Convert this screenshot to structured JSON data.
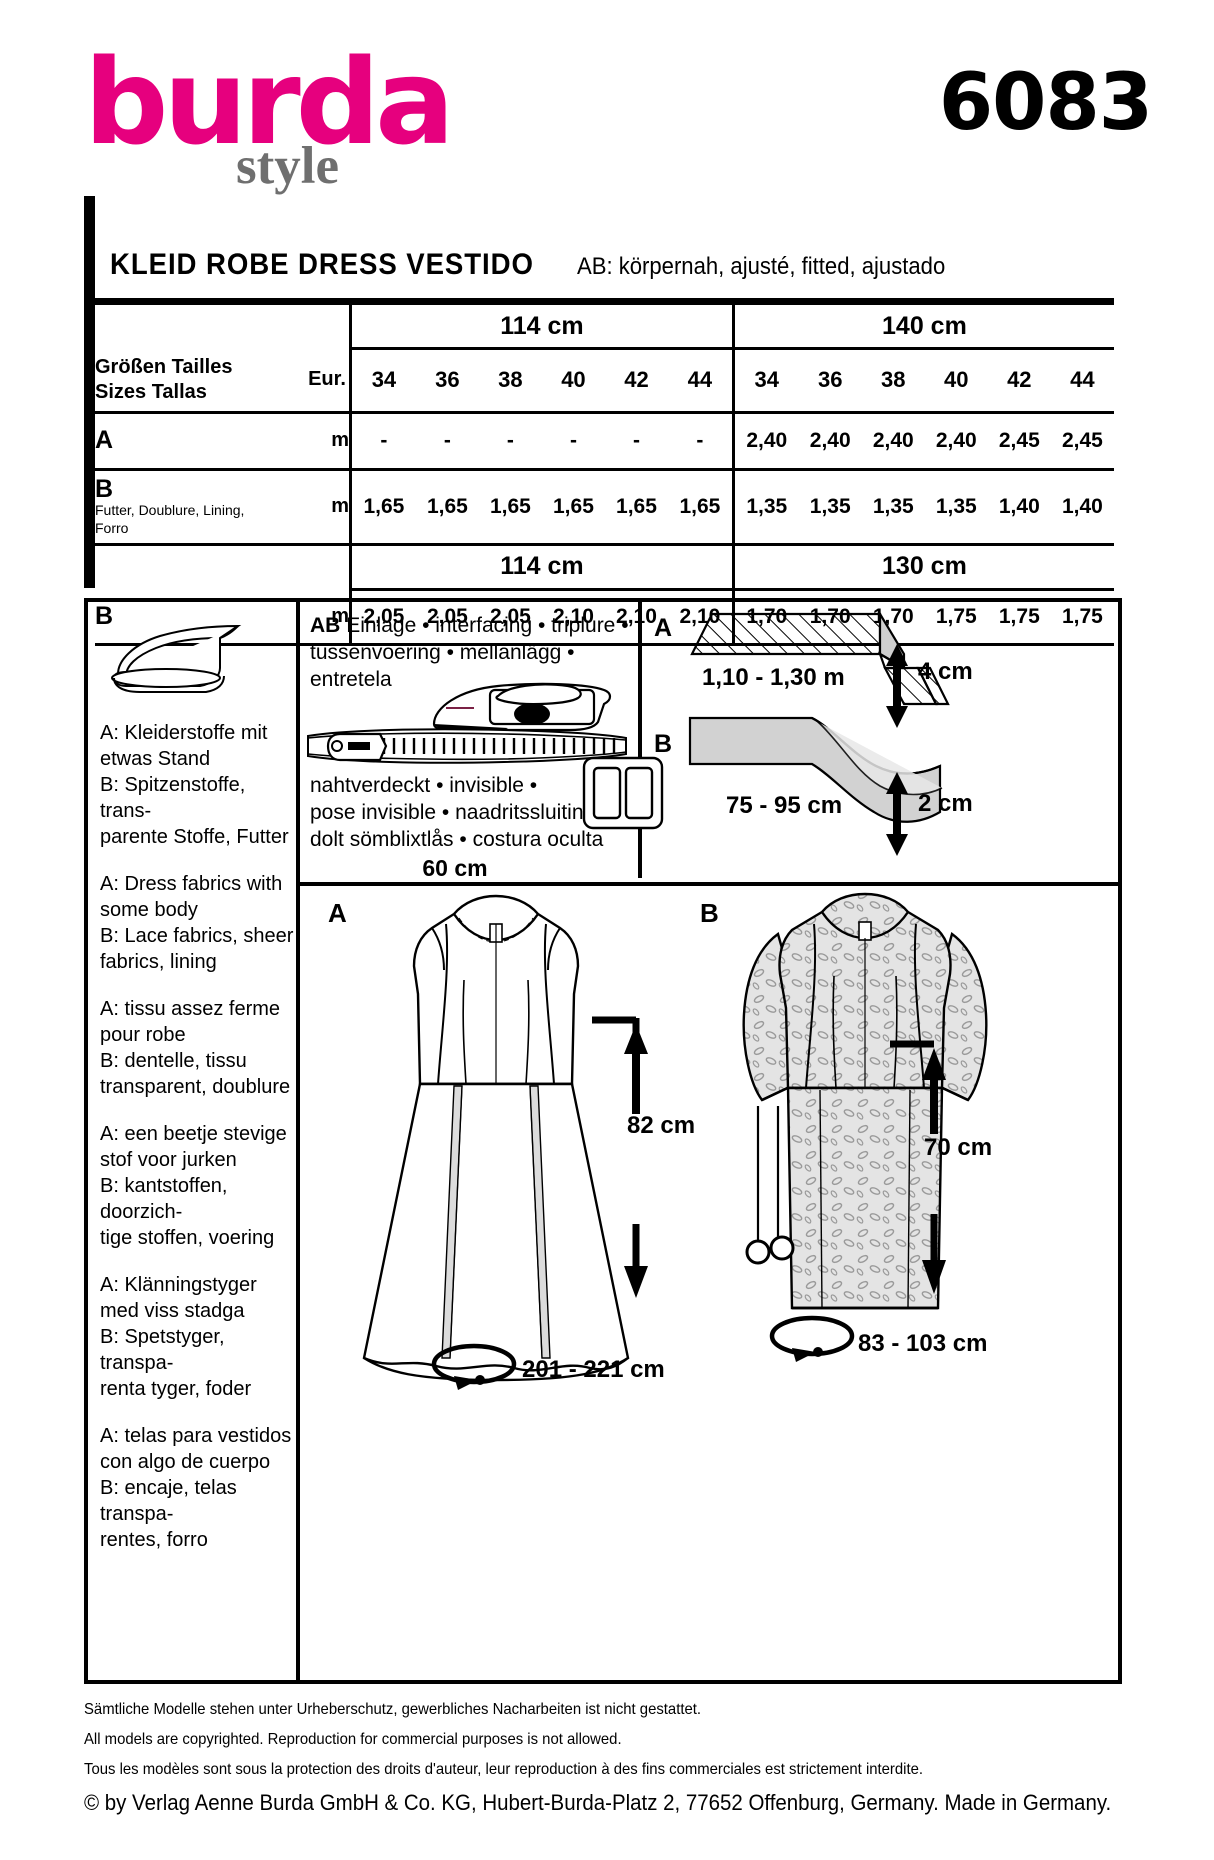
{
  "brand": {
    "name": "burda",
    "style": "style",
    "pink": "#e6007e",
    "gray": "#6f6f6f"
  },
  "pattern_number": "6083",
  "title": {
    "main": "KLEID  ROBE  DRESS  VESTIDO",
    "sub": "AB: körpernah, ajusté, fitted, ajustado"
  },
  "table": {
    "sizes_label_line1": "Größen  Tailles",
    "sizes_label_line2": "Sizes  Tallas",
    "eur_label": "Eur.",
    "unit": "m",
    "widths_top": [
      "114 cm",
      "140 cm"
    ],
    "widths_bottom": [
      "114 cm",
      "130 cm"
    ],
    "sizes": [
      "34",
      "36",
      "38",
      "40",
      "42",
      "44"
    ],
    "rows": [
      {
        "label": "A",
        "sublabel": "",
        "values_left": [
          "-",
          "-",
          "-",
          "-",
          "-",
          "-"
        ],
        "values_right": [
          "2,40",
          "2,40",
          "2,40",
          "2,40",
          "2,45",
          "2,45"
        ]
      },
      {
        "label": "B",
        "sublabel": "Futter, Doublure, Lining,\nForro",
        "values_left": [
          "1,65",
          "1,65",
          "1,65",
          "1,65",
          "1,65",
          "1,65"
        ],
        "values_right": [
          "1,35",
          "1,35",
          "1,35",
          "1,35",
          "1,40",
          "1,40"
        ]
      }
    ],
    "row_bottom": {
      "label": "B",
      "values_left": [
        "2,05",
        "2,05",
        "2,05",
        "2,10",
        "2,10",
        "2,10"
      ],
      "values_right": [
        "1,70",
        "1,70",
        "1,70",
        "1,75",
        "1,75",
        "1,75"
      ]
    }
  },
  "fabrics": {
    "de": "A: Kleiderstoffe mit etwas Stand\nB: Spitzenstoffe, transparente Stoffe, Futter",
    "en": "A: Dress fabrics with some body\nB: Lace fabrics, sheer fabrics, lining",
    "fr": "A: tissu assez ferme pour robe\nB: dentelle, tissu transparent, doublure",
    "nl": "A: een beetje stevige stof voor jurken\nB: kantstoffen, doorzichtige stoffen, voering",
    "sv": "A: Klänningstyger med viss stadga\nB: Spetstyger, transparenta tyger, foder",
    "es": "A: telas para vestidos con algo de cuerpo\nB: encaje, telas transparentes, forro"
  },
  "notions": {
    "interfacing_prefix": "AB",
    "interfacing_text": "Einlage • interfacing • triplure • tussenvoering • mellanlägg • entretela",
    "zipper_text": "nahtverdeckt • invisible • pose invisible • naadritssluiting dolt sömblixtlås • costura oculta",
    "zipper_length": "60 cm"
  },
  "interfacing_diagram": {
    "label_a": "A",
    "label_b": "B",
    "a_length": "1,10 - 1,30 m",
    "a_width": "4 cm",
    "b_length": "75 - 95 cm",
    "b_width": "2 cm"
  },
  "garments": {
    "label_a": "A",
    "label_b": "B",
    "a_length": "82 cm",
    "a_hem": "201 - 221 cm",
    "b_length": "70 cm",
    "b_hem": "83 - 103 cm"
  },
  "footer": {
    "line_de": "Sämtliche Modelle stehen unter Urheberschutz, gewerbliches Nacharbeiten ist nicht gestattet.",
    "line_en": "All models are copyrighted. Reproduction for commercial purposes is not allowed.",
    "line_fr": "Tous les modèles sont sous la protection des droits d'auteur, leur reproduction à des fins commerciales est strictement interdite.",
    "copyright": "© by Verlag Aenne Burda GmbH & Co. KG, Hubert-Burda-Platz 2, 77652 Offenburg, Germany. Made in Germany."
  }
}
